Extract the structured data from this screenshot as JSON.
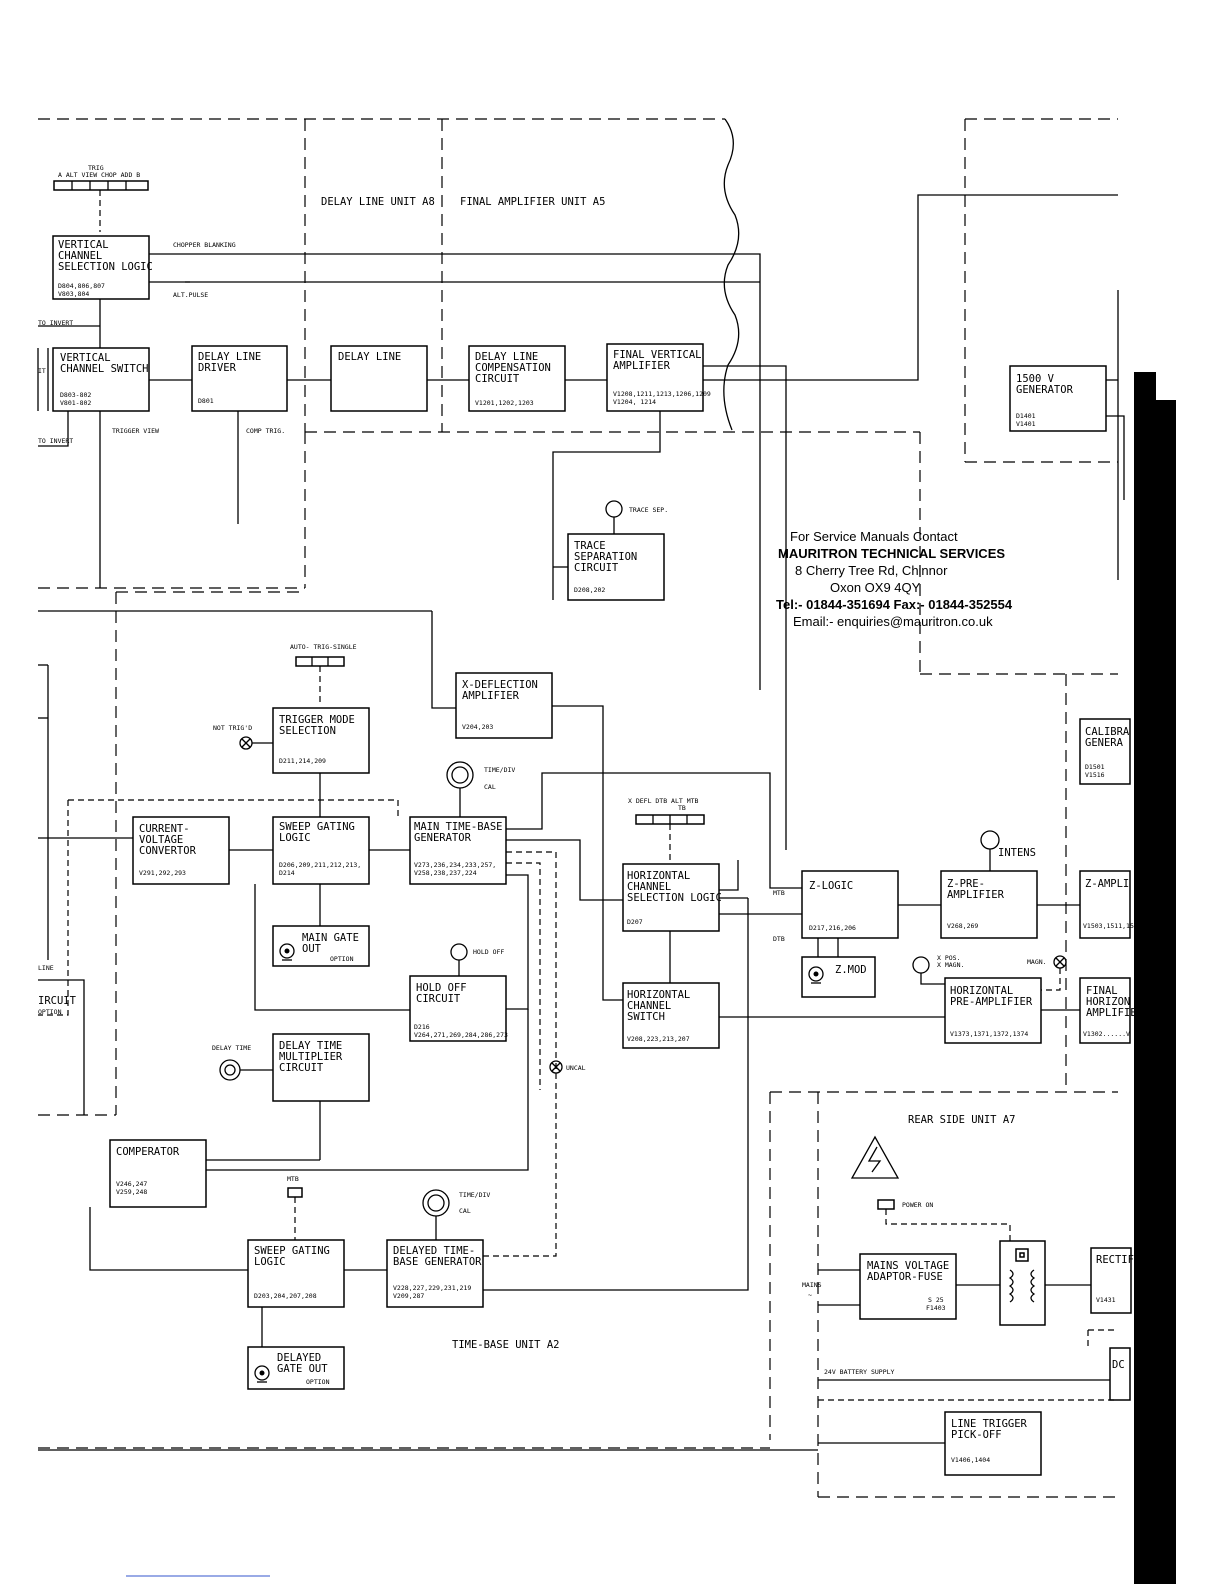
{
  "units": {
    "delay_line": "DELAY LINE UNIT A8",
    "final_amp": "FINAL AMPLIFIER UNIT A5",
    "time_base": "TIME-BASE UNIT A2",
    "rear_side": "REAR SIDE UNIT A7"
  },
  "switches": {
    "trig_top": "TRIG",
    "trig_row": "A  ALT VIEW CHOP ADD  B",
    "auto_trig": "AUTO- TRIG-SINGLE",
    "x_defl": "X DEFL DTB ALT MTB",
    "x_defl_sub": "TB",
    "mtb": "MTB",
    "power_on": "POWER ON"
  },
  "blocks": {
    "vcsl": {
      "l1": "VERTICAL",
      "l2": "CHANNEL",
      "l3": "SELECTION LOGIC",
      "c1": "D804,806,807",
      "c2": "V803,804"
    },
    "vcs": {
      "l1": "VERTICAL",
      "l2": "CHANNEL SWITCH",
      "c1": "D803-802",
      "c2": "V801-802"
    },
    "dld": {
      "l1": "DELAY LINE",
      "l2": "DRIVER",
      "c1": "D801"
    },
    "dl": {
      "l1": "DELAY LINE"
    },
    "dlc": {
      "l1": "DELAY LINE",
      "l2": "COMPENSATION",
      "l3": "CIRCUIT",
      "c1": "V1201,1202,1203"
    },
    "fva": {
      "l1": "FINAL VERTICAL",
      "l2": "AMPLIFIER",
      "c1": "V1208,1211,1213,1206,1209",
      "c2": "V1204,        1214"
    },
    "gen1500": {
      "l1": "1500 V",
      "l2": "GENERATOR",
      "c1": "D1401",
      "c2": "V1401"
    },
    "tsc": {
      "l1": "TRACE",
      "l2": "SEPARATION",
      "l3": "CIRCUIT",
      "c1": "D208,202"
    },
    "xda": {
      "l1": "X-DEFLECTION",
      "l2": "AMPLIFIER",
      "c1": "V204,203"
    },
    "tms": {
      "l1": "TRIGGER MODE",
      "l2": "SELECTION",
      "c1": "D211,214,209"
    },
    "cvc": {
      "l1": "CURRENT-",
      "l2": "VOLTAGE",
      "l3": "CONVERTOR",
      "c1": "V291,292,293"
    },
    "sgl": {
      "l1": "SWEEP GATING",
      "l2": "LOGIC",
      "c1": "D206,209,211,212,213,",
      "c2": "D214"
    },
    "mtbg": {
      "l1": "MAIN TIME-BASE",
      "l2": "GENERATOR",
      "c1": "V273,236,234,233,257,",
      "c2": "V258,238,237,224"
    },
    "hcsl": {
      "l1": "HORIZONTAL",
      "l2": "CHANNEL",
      "l3": "SELECTION LOGIC",
      "c1": "D207"
    },
    "zlogic": {
      "l1": "Z-LOGIC",
      "c1": "D217,216,206"
    },
    "zpre": {
      "l1": "Z-PRE-",
      "l2": "AMPLIFIER",
      "c1": "V268,269"
    },
    "zamp": {
      "l1": "Z-AMPLI",
      "c1": "V1503,1511,15"
    },
    "calib": {
      "l1": "CALIBRA",
      "l2": "GENERA",
      "c1": "D1501",
      "c2": "V1516"
    },
    "mgo": {
      "l1": "MAIN GATE",
      "l2": "OUT",
      "opt": "OPTION"
    },
    "hoc": {
      "l1": "HOLD OFF",
      "l2": "CIRCUIT",
      "c1": "D216",
      "c2": "V264,271,269,284,286,273"
    },
    "hcs": {
      "l1": "HORIZONTAL",
      "l2": "CHANNEL",
      "l3": "SWITCH",
      "c1": "V208,223,213,207"
    },
    "zmod": {
      "l1": "Z.MOD"
    },
    "hpa": {
      "l1": "HORIZONTAL",
      "l2": "PRE-AMPLIFIER",
      "c1": "V1373,1371,1372,1374"
    },
    "fha": {
      "l1": "FINAL",
      "l2": "HORIZON",
      "l3": "AMPLIFIE",
      "c1": "V1302......V"
    },
    "dtmc": {
      "l1": "DELAY TIME",
      "l2": "MULTIPLIER",
      "l3": "CIRCUIT"
    },
    "comp": {
      "l1": "COMPERATOR",
      "c1": "V246,247",
      "c2": "V259,248"
    },
    "sgl2": {
      "l1": "SWEEP GATING",
      "l2": "LOGIC",
      "c1": "D203,204,207,208"
    },
    "dtbg": {
      "l1": "DELAYED TIME-",
      "l2": "BASE GENERATOR",
      "c1": "V228,227,229,231,219",
      "c2": "V209,287"
    },
    "dgo": {
      "l1": "DELAYED",
      "l2": "GATE OUT",
      "opt": "OPTION"
    },
    "mva": {
      "l1": "MAINS VOLTAGE",
      "l2": "ADAPTOR-FUSE",
      "c1": "S 25",
      "c2": "F1403"
    },
    "rect": {
      "l1": "RECTIF",
      "c1": "V1431"
    },
    "dc": {
      "l1": "DC"
    },
    "ltp": {
      "l1": "LINE TRIGGER",
      "l2": "PICK-OFF",
      "c1": "V1406,1404"
    },
    "left_circuit": {
      "l1": "IRCUIT",
      "l2": "OPTION",
      "l3": "LINE"
    }
  },
  "labels": {
    "chopper_blanking": "CHOPPER BLANKING",
    "alt_pulse": "ALT.PULSE",
    "to_invert_1": "TO INVERT",
    "to_invert_2": "TO INVERT",
    "trigger_view": "TRIGGER VIEW",
    "comp_trig": "COMP TRIG.",
    "trace_sep": "TRACE SEP.",
    "not_trigd": "NOT TRIG'D",
    "time_div_1": "TIME/DIV",
    "cal_1": "CAL",
    "time_div_2": "TIME/DIV",
    "cal_2": "CAL",
    "hold_off": "HOLD OFF",
    "intens": "INTENS",
    "mtb_sig": "MTB",
    "dtb_sig": "DTB",
    "x_pos": "X POS.",
    "x_magn": "X MAGN.",
    "magn": "MAGN.",
    "uncal": "UNCAL",
    "delay_time": "DELAY TIME",
    "mains": "MAINS",
    "mains_tilde": "~",
    "battery": "24V BATTERY SUPPLY",
    "left_it": "IT"
  },
  "notice": {
    "l1": "For Service Manuals Contact",
    "l2": "MAURITRON TECHNICAL SERVICES",
    "l3": "8 Cherry Tree Rd, Chinnor",
    "l4": "Oxon OX9 4QY",
    "l5": "Tel:- 01844-351694 Fax:- 01844-352554",
    "l6": "Email:- enquiries@mauritron.co.uk"
  }
}
